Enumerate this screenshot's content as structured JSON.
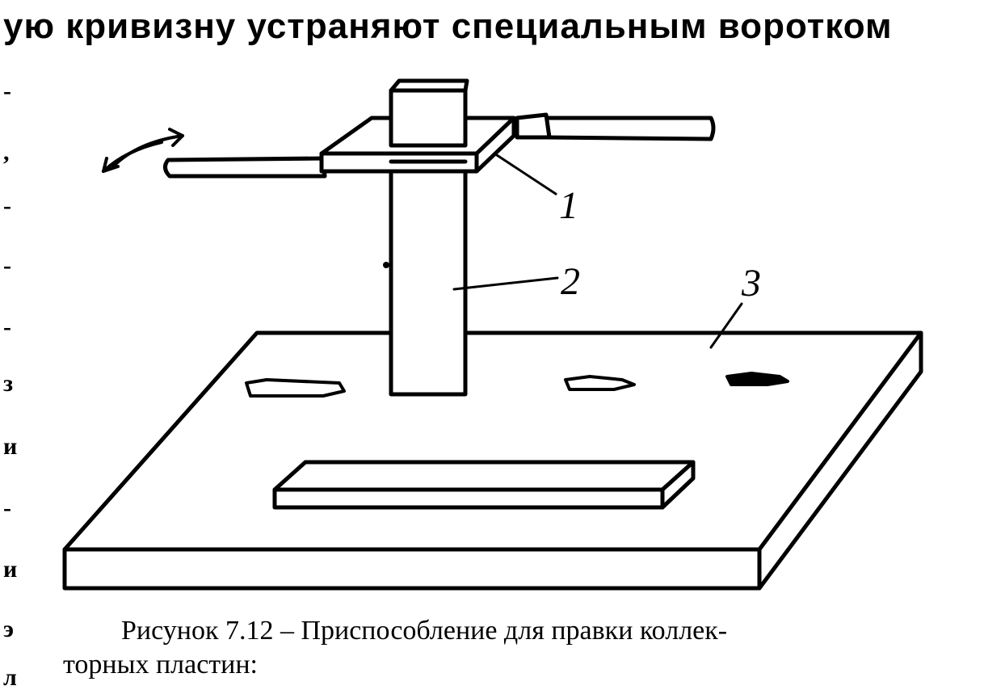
{
  "page": {
    "top_text": "ую кривизну устраняют специальным воротком",
    "margin_marks": [
      "-",
      ",",
      "-",
      "-",
      "-",
      "з",
      "и",
      "-",
      "и",
      "э",
      "л"
    ]
  },
  "figure": {
    "labels": {
      "part1": "1",
      "part2": "2",
      "part3": "3"
    }
  },
  "caption": {
    "line1": "Рисунок 7.12 – Приспособление для правки коллек-",
    "line2": "торных пластин:"
  }
}
